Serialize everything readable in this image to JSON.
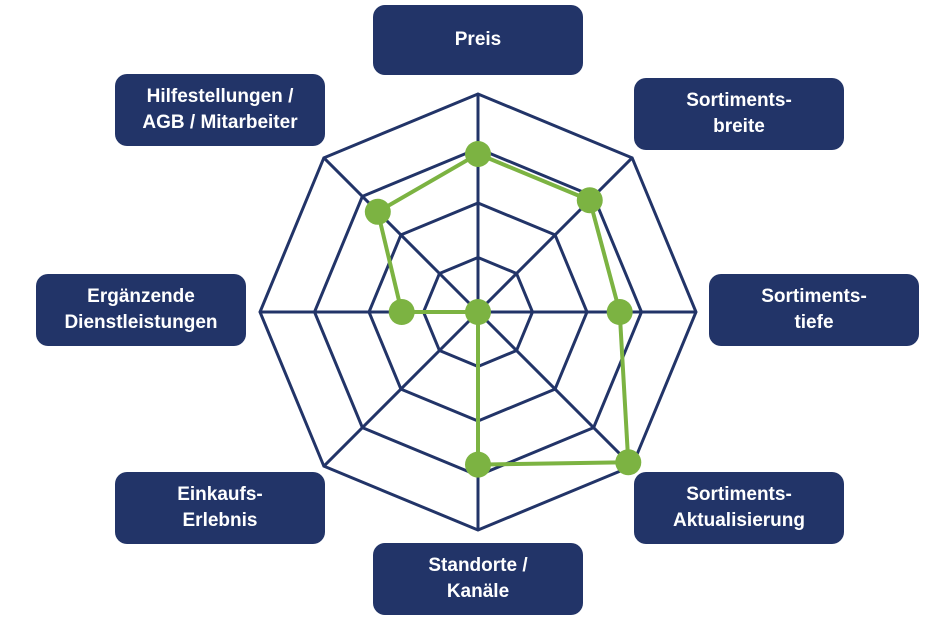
{
  "chart_data": {
    "type": "radar",
    "axes": [
      "Preis",
      "Sortiments-\nbreite",
      "Sortiments-\ntiefe",
      "Sortiments-\nAktualisierung",
      "Standorte /\nKanäle",
      "Einkaufs-\nErlebnis",
      "Ergänzende\nDienstleistungen",
      "Hilfestellungen /\nAGB / Mitarbeiter"
    ],
    "rings": 4,
    "max": 4,
    "series": [
      {
        "values": [
          2.9,
          2.9,
          2.6,
          3.9,
          2.8,
          0,
          1.4,
          2.6
        ]
      }
    ],
    "colors": {
      "grid": "#223468",
      "series": "#7cb342",
      "label_bg": "#223468",
      "label_text": "#ffffff"
    }
  }
}
